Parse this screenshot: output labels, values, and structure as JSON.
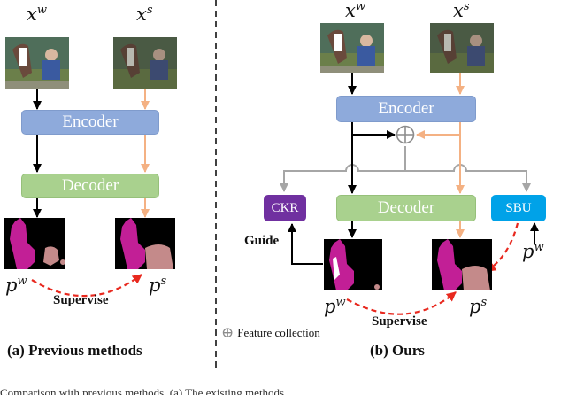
{
  "left": {
    "inputs": {
      "weak": "x",
      "weak_sup": "w",
      "strong": "x",
      "strong_sup": "s"
    },
    "encoder_label": "Encoder",
    "decoder_label": "Decoder",
    "outputs": {
      "weak": "p",
      "weak_sup": "w",
      "strong": "p",
      "strong_sup": "s"
    },
    "supervise_label": "Supervise",
    "caption": "(a) Previous methods"
  },
  "right": {
    "inputs": {
      "weak": "x",
      "weak_sup": "w",
      "strong": "x",
      "strong_sup": "s"
    },
    "encoder_label": "Encoder",
    "decoder_label": "Decoder",
    "ckr_label": "CKR",
    "sbu_label": "SBU",
    "guide_label": "Guide",
    "outputs": {
      "weak": "p",
      "weak_sup": "w",
      "strong": "p",
      "strong_sup": "s",
      "sbu_out": "p",
      "sbu_out_sup": "w"
    },
    "supervise_label": "Supervise",
    "caption": "(b) Ours"
  },
  "legend": {
    "symbol": "⊕",
    "label": "Feature collection"
  },
  "colors": {
    "encoder": "#8eaadb",
    "decoder": "#a9d18e",
    "ckr": "#7030a0",
    "sbu": "#00a2e8",
    "weak_arrow": "#000000",
    "strong_arrow": "#f4b183",
    "feature_line": "#a6a6a6",
    "supervise_arrow": "#e8281e",
    "mask_foreground": "#c21f96",
    "mask_background_object": "#c48a8a"
  },
  "bottom_text": "Comparison with previous methods. (a) The existing methods"
}
